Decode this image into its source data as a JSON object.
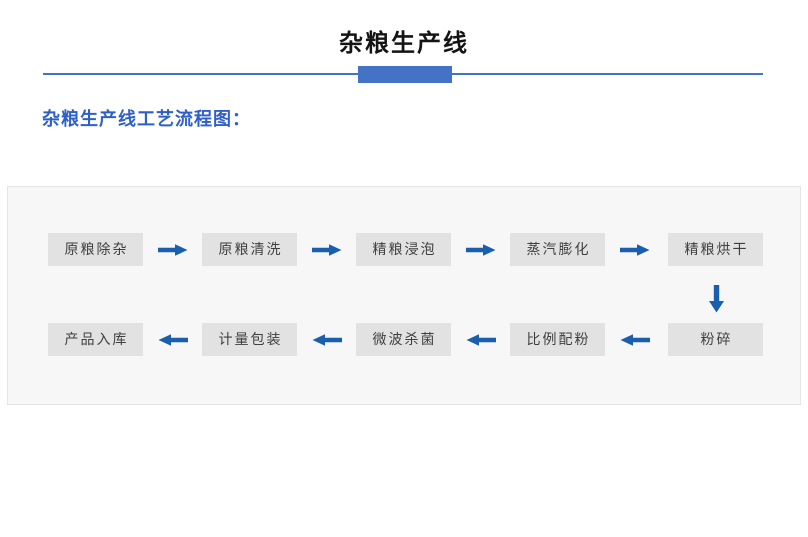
{
  "header": {
    "title": "杂粮生产线"
  },
  "section": {
    "heading": "杂粮生产线工艺流程图："
  },
  "flowchart": {
    "top_row": {
      "direction": "left-to-right",
      "steps": [
        "原粮除杂",
        "原粮清洗",
        "精粮浸泡",
        "蒸汽膨化",
        "精粮烘干"
      ]
    },
    "connector": {
      "direction": "down",
      "from": "精粮烘干",
      "to": "粉碎"
    },
    "bottom_row": {
      "direction": "right-to-left",
      "steps": [
        "产品入库",
        "计量包装",
        "微波杀菌",
        "比例配粉",
        "粉碎"
      ]
    }
  },
  "colors": {
    "accent_blue": "#4472c4",
    "heading_blue": "#2e5fc8",
    "arrow_blue": "#1a5fae",
    "box_fill": "#e2e2e2",
    "box_text": "#3f3f3f",
    "panel_bg": "#f7f7f7",
    "panel_border": "#e4e4e4",
    "title_text": "#141414"
  }
}
